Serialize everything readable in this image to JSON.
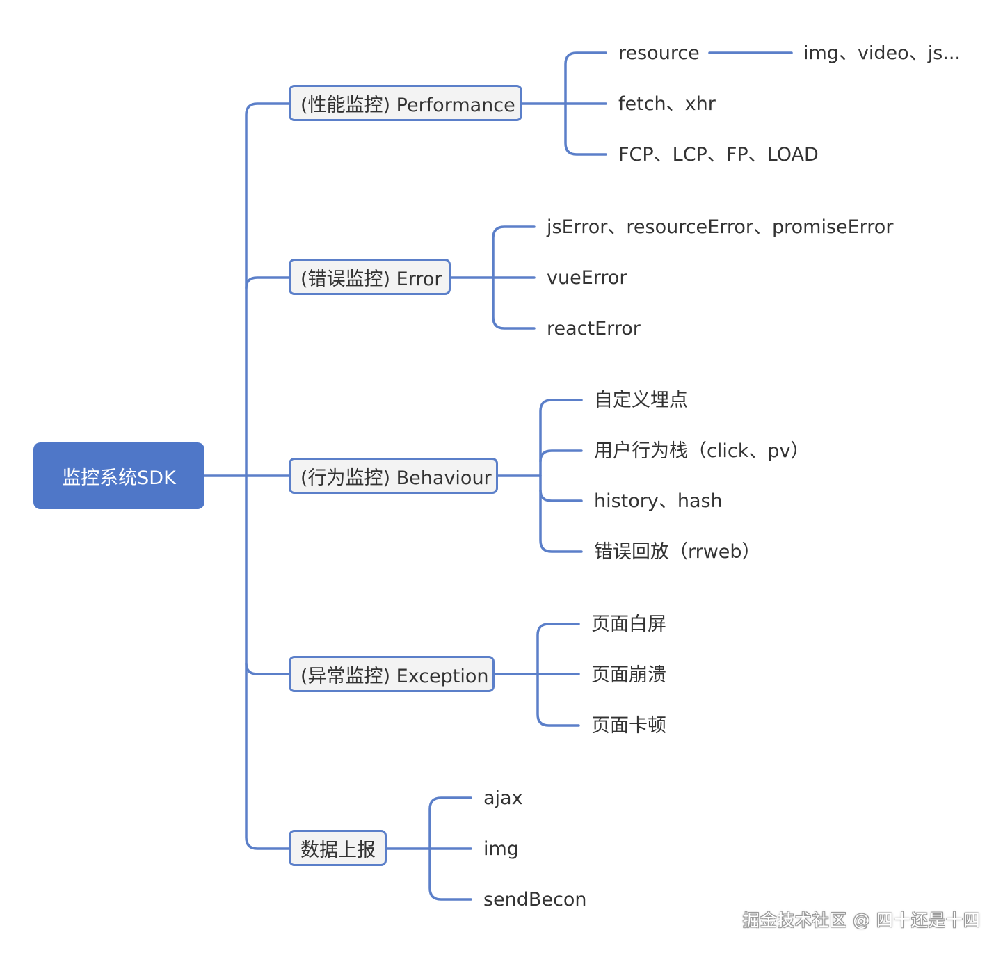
{
  "colors": {
    "line": "#5b7fc9",
    "root_bg": "#4f77c8",
    "node_bg": "#f3f3f3",
    "text": "#333333"
  },
  "root": {
    "label": "监控系统SDK"
  },
  "branches": [
    {
      "label": "(性能监控) Performance",
      "children": [
        "resource",
        "fetch、xhr",
        "FCP、LCP、FP、LOAD"
      ],
      "grandchild": "img、video、js..."
    },
    {
      "label": "(错误监控) Error",
      "children": [
        "jsError、resourceError、promiseError",
        "vueError",
        "reactError"
      ]
    },
    {
      "label": "(行为监控) Behaviour",
      "children": [
        "自定义埋点",
        "用户行为栈（click、pv）",
        "history、hash",
        "错误回放（rrweb）"
      ]
    },
    {
      "label": "(异常监控) Exception",
      "children": [
        "页面白屏",
        "页面崩溃",
        "页面卡顿"
      ]
    },
    {
      "label": "数据上报",
      "children": [
        "ajax",
        "img",
        "sendBecon"
      ]
    }
  ],
  "watermark": "掘金技术社区 @ 四十还是十四"
}
